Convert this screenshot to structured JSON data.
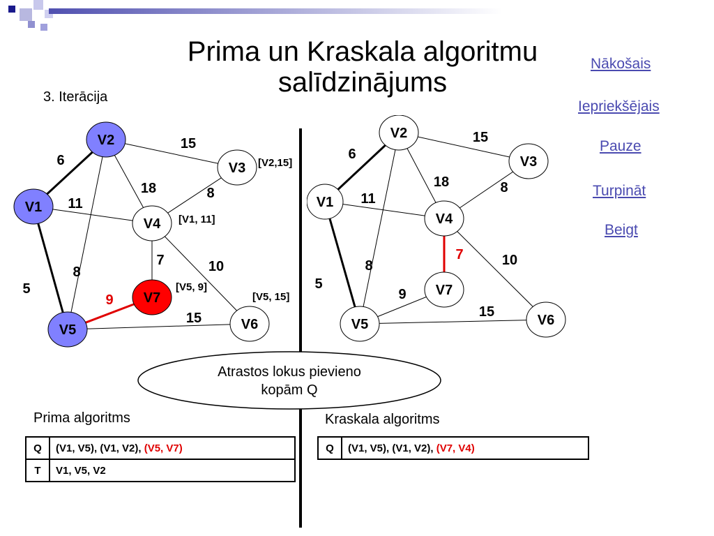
{
  "title": "Prima un Kraskala algoritmu salīdzinājums",
  "iteration": "3. Iterācija",
  "nav": {
    "next": "Nākošais",
    "prev": "Iepriekšējais",
    "pause": "Pauze ",
    "continue": "Turpināt ",
    "end": "Beigt"
  },
  "colors": {
    "visited_node": "#8080ff",
    "current_node": "#ff0000",
    "highlight_edge": "#e00000",
    "link": "#4a4ab0"
  },
  "left_graph": {
    "nodes": [
      "V1",
      "V2",
      "V3",
      "V4",
      "V5",
      "V6",
      "V7"
    ],
    "weights": {
      "v1v2": "6",
      "v1v4": "11",
      "v1v5": "5",
      "v2v3": "15",
      "v2v4": "18",
      "v2v5": "8",
      "v3v4": "8",
      "v4v7": "7",
      "v4v6": "10",
      "v5v7": "9",
      "v5v6": "15"
    },
    "annotations": {
      "v3": "[V2,15]",
      "v4": "[V1, 11]",
      "v7": "[V5, 9]",
      "v6": "[V5, 15]"
    }
  },
  "right_graph": {
    "nodes": [
      "V1",
      "V2",
      "V3",
      "V4",
      "V5",
      "V6",
      "V7"
    ],
    "weights": {
      "v1v2": "6",
      "v1v4": "11",
      "v1v5": "5",
      "v2v3": "15",
      "v2v4": "18",
      "v2v5": "8",
      "v3v4": "8",
      "v4v7": "7",
      "v4v6": "10",
      "v5v7": "9",
      "v5v6": "15"
    }
  },
  "note": "Atrastos lokus pievieno kopām Q",
  "prim": {
    "caption": "Prima algoritms",
    "q_label": "Q",
    "q_value": "(V1, V5), (V1, V2), ",
    "q_highlight": "(V5, V7)",
    "t_label": "T",
    "t_value": "V1, V5, V2"
  },
  "kruskal": {
    "caption": "Kraskala algoritms",
    "q_label": "Q",
    "q_value": "(V1, V5), (V1, V2), ",
    "q_highlight": "(V7, V4)"
  }
}
